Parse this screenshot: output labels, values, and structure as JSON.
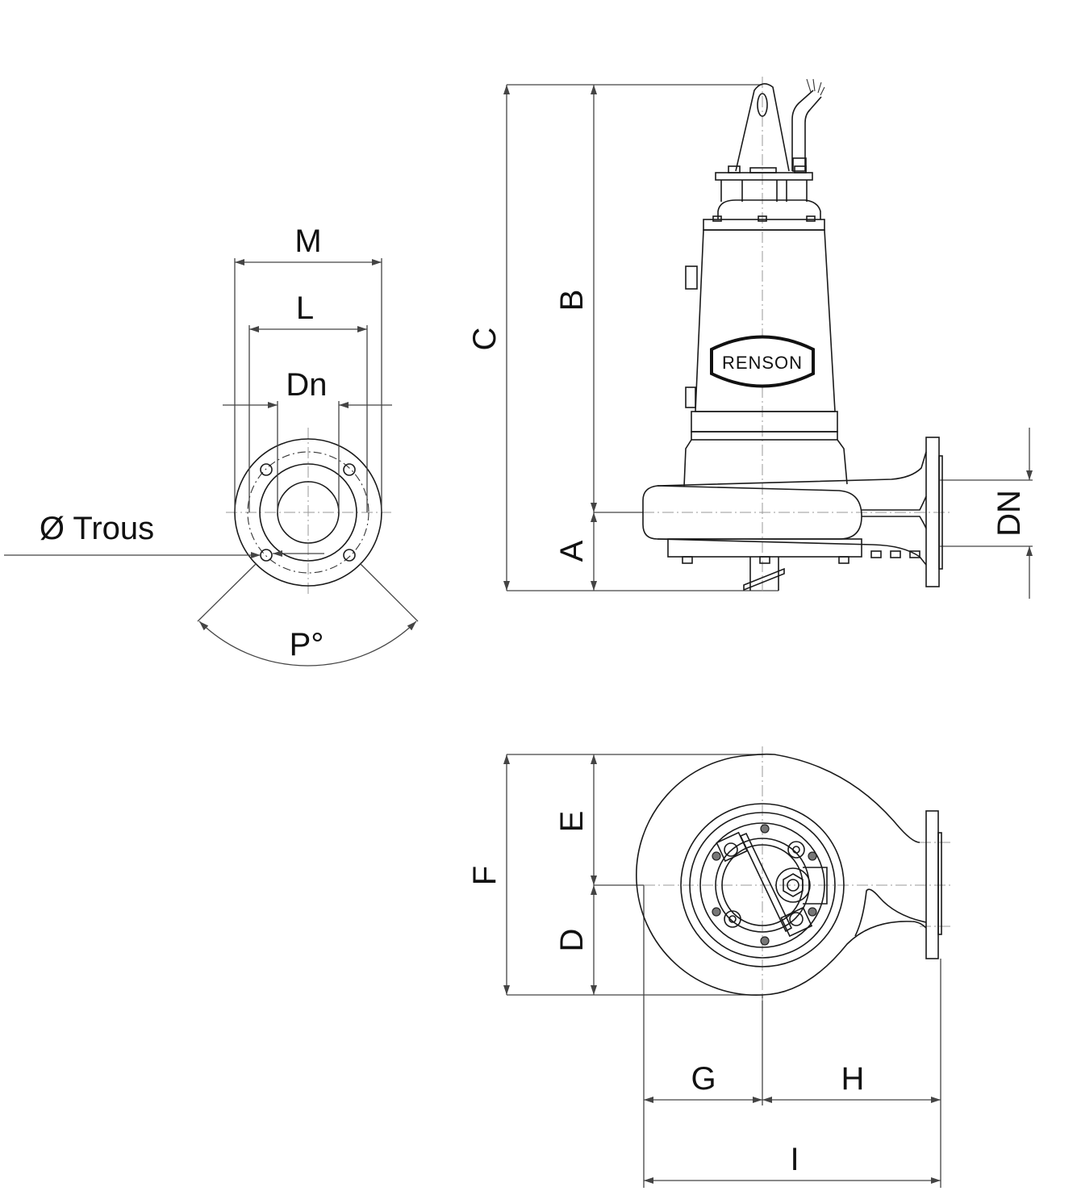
{
  "flange_view": {
    "M": "M",
    "L": "L",
    "Dn": "Dn",
    "holes": "Ø Trous",
    "angle": "P°"
  },
  "side_view": {
    "C": "C",
    "B": "B",
    "A": "A",
    "DN": "DN",
    "logo": "RENSON"
  },
  "bottom_view": {
    "F": "F",
    "E": "E",
    "D": "D",
    "G": "G",
    "H": "H",
    "I": "I"
  }
}
